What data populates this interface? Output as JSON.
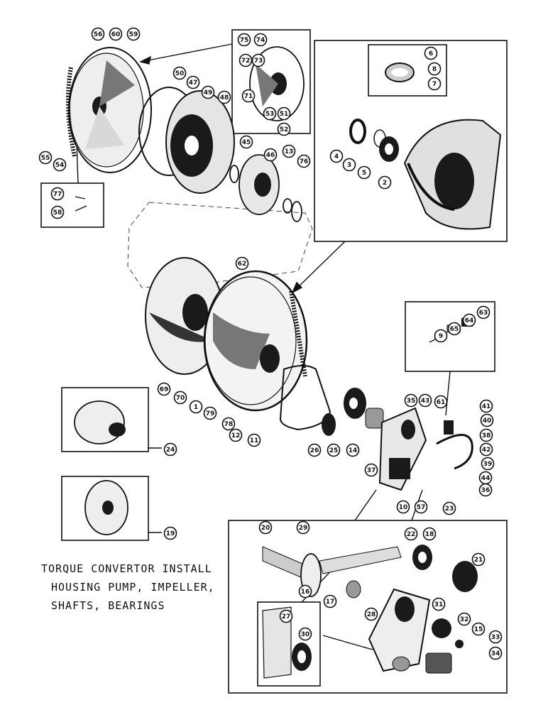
{
  "title": {
    "lines": [
      "TORQUE CONVERTOR INSTALL",
      "HOUSING PUMP, IMPELLER,",
      "SHAFTS, BEARINGS"
    ]
  },
  "callouts": [
    "56",
    "60",
    "59",
    "75",
    "74",
    "72",
    "73",
    "71",
    "53",
    "51",
    "52",
    "50",
    "47",
    "49",
    "48",
    "6",
    "8",
    "7",
    "4",
    "3",
    "5",
    "2",
    "55",
    "54",
    "46",
    "45",
    "13",
    "76",
    "77",
    "58",
    "62",
    "63",
    "64",
    "65",
    "9",
    "69",
    "70",
    "1",
    "79",
    "78",
    "12",
    "11",
    "26",
    "25",
    "14",
    "37",
    "35",
    "43",
    "61",
    "41",
    "40",
    "38",
    "42",
    "39",
    "44",
    "36",
    "10",
    "57",
    "23",
    "24",
    "19",
    "20",
    "29",
    "22",
    "18",
    "21",
    "16",
    "17",
    "28",
    "27",
    "30",
    "31",
    "32",
    "15",
    "33",
    "34"
  ],
  "colors": {
    "ink": "#111111",
    "paper": "#ffffff"
  }
}
